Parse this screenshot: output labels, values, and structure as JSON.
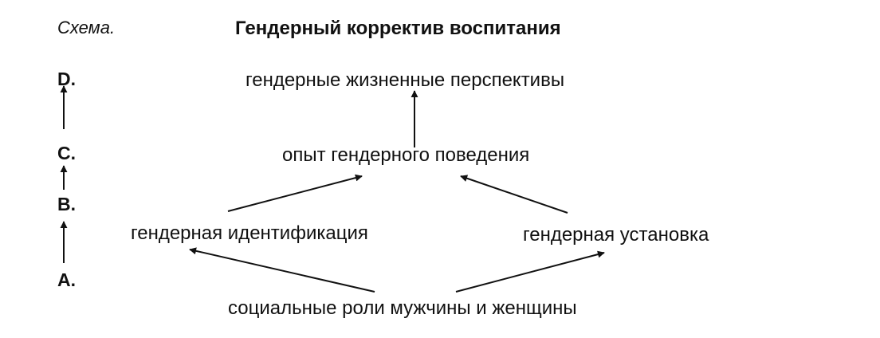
{
  "caption": "Схема.",
  "title": "Гендерный корректив воспитания",
  "levels": {
    "d": "D.",
    "c": "C.",
    "b": "B.",
    "a": "A."
  },
  "nodes": {
    "perspectives": "гендерные жизненные перспективы",
    "experience": "опыт гендерного поведения",
    "identification": "гендерная идентификация",
    "attitude": "гендерная установка",
    "roles": "социальные роли мужчины и женщины"
  },
  "colors": {
    "ink": "#111111",
    "background": "#ffffff"
  }
}
